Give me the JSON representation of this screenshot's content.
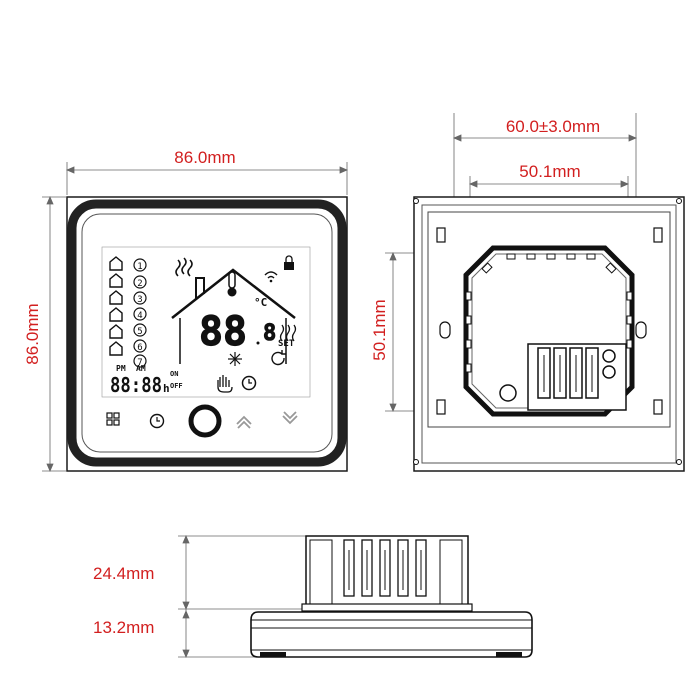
{
  "dimensions": {
    "front_width": "86.0mm",
    "front_height": "86.0mm",
    "back_outer_span": "60.0±3.0mm",
    "back_inner_width": "50.1mm",
    "back_inner_height": "50.1mm",
    "side_upper_depth": "24.4mm",
    "side_lower_depth": "13.2mm"
  },
  "lcd": {
    "modes": [
      "1",
      "2",
      "3",
      "4",
      "5",
      "6",
      "7"
    ],
    "pm_label": "PM",
    "am_label": "AM",
    "clock_text": "88:88",
    "hour_suffix": "h",
    "on_label": "ON",
    "off_label": "OFF",
    "temp_digits": "88",
    "set_digit": "8",
    "set_label": "SET",
    "unit_celsius": "°C"
  },
  "buttons": [
    "menu-grid-icon",
    "clock-icon",
    "power-ring-icon",
    "chevron-up-icon",
    "chevron-down-icon"
  ],
  "colors": {
    "dimension": "#d21f1f",
    "outline": "#1a1a1a",
    "bezel": "#222222"
  }
}
